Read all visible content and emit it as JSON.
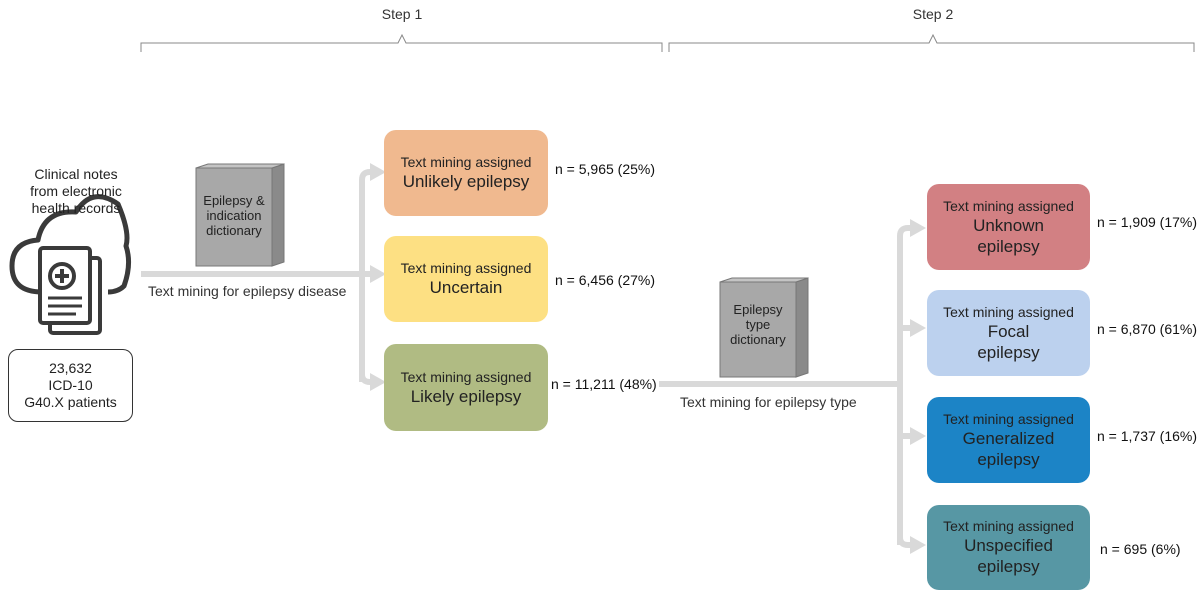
{
  "steps": {
    "step1": "Step 1",
    "step2": "Step 2"
  },
  "source": {
    "label_lines": [
      "Clinical notes",
      "from electronic",
      "health records"
    ],
    "patients_lines": [
      "23,632",
      "ICD-10",
      "G40.X patients"
    ]
  },
  "dictionary1": {
    "lines": [
      "Epilepsy &",
      "indication",
      "dictionary"
    ]
  },
  "dictionary2": {
    "lines": [
      "Epilepsy",
      "type",
      "dictionary"
    ]
  },
  "caption1": "Text mining for epilepsy disease",
  "caption2": "Text mining for epilepsy type",
  "step1_results": [
    {
      "sub": "Text mining assigned",
      "main_lines": [
        "Unlikely epilepsy"
      ],
      "count": "n = 5,965 (25%)",
      "color": "#f0b98f"
    },
    {
      "sub": "Text mining assigned",
      "main_lines": [
        "Uncertain"
      ],
      "count": "n = 6,456 (27%)",
      "color": "#fde083"
    },
    {
      "sub": "Text mining assigned",
      "main_lines": [
        "Likely epilepsy"
      ],
      "count": "n = 11,211 (48%)",
      "color": "#b0bb83"
    }
  ],
  "step2_results": [
    {
      "sub": "Text mining assigned",
      "main_lines": [
        "Unknown",
        "epilepsy"
      ],
      "count": "n = 1,909 (17%)",
      "color": "#d28083"
    },
    {
      "sub": "Text mining assigned",
      "main_lines": [
        "Focal",
        "epilepsy"
      ],
      "count": "n = 6,870 (61%)",
      "color": "#bcd1ee"
    },
    {
      "sub": "Text mining assigned",
      "main_lines": [
        "Generalized",
        "epilepsy"
      ],
      "count": "n = 1,737 (16%)",
      "color": "#1c84c6"
    },
    {
      "sub": "Text mining assigned",
      "main_lines": [
        "Unspecified",
        "epilepsy"
      ],
      "count": "n = 695 (6%)",
      "color": "#5797a4"
    }
  ],
  "colors": {
    "arrow": "#d9d9d9",
    "book": "#a8a8a8",
    "book_dark": "#8a8a8a",
    "icon": "#3a3a3a"
  },
  "icons": {
    "source": "cloud-document-icon",
    "book": "book-icon"
  }
}
